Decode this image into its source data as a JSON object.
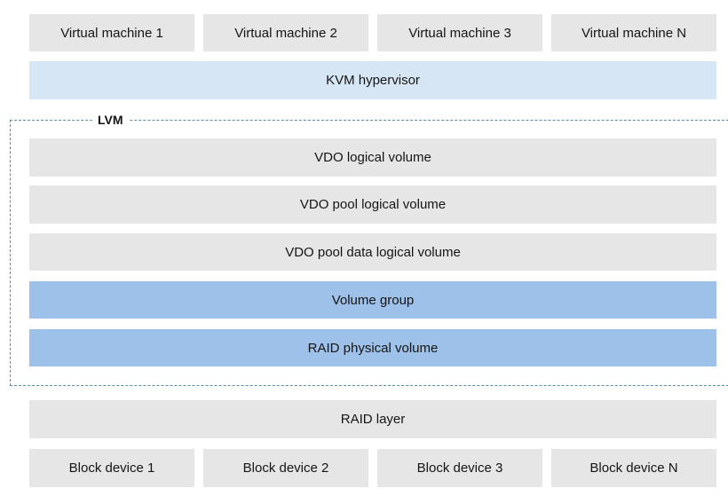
{
  "virtual_machines": [
    "Virtual machine 1",
    "Virtual machine 2",
    "Virtual machine 3",
    "Virtual machine N"
  ],
  "hypervisor": "KVM hypervisor",
  "lvm": {
    "label": "LVM",
    "layers": [
      "VDO logical volume",
      "VDO pool logical volume",
      "VDO pool data logical volume",
      "Volume group",
      "RAID physical volume"
    ]
  },
  "raid_layer": "RAID layer",
  "block_devices": [
    "Block device 1",
    "Block device 2",
    "Block device 3",
    "Block device N"
  ],
  "colors": {
    "gray": "#e6e6e6",
    "light_blue": "#d6e6f5",
    "blue": "#9dc1e8",
    "dashed_border": "#5a8ab0"
  }
}
